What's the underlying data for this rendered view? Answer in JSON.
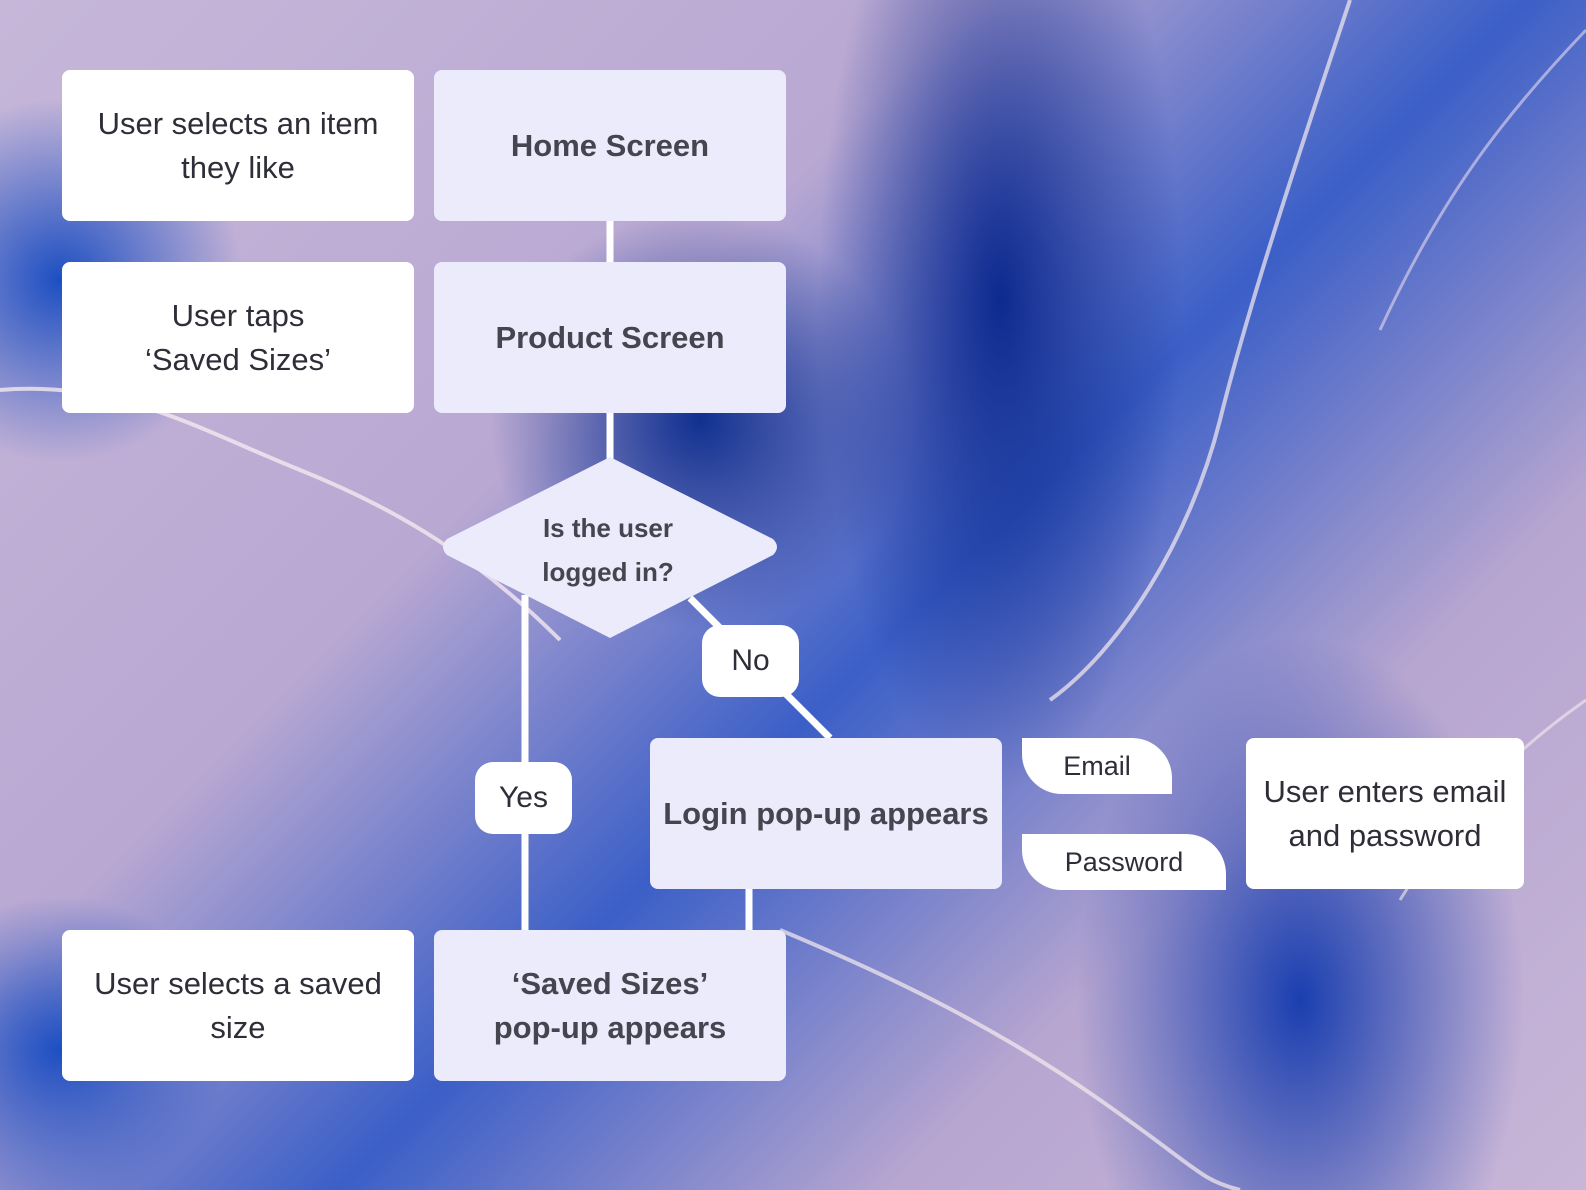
{
  "notes": {
    "select_item": "User selects an item\nthey like",
    "taps_saved_sizes": "User taps\n‘Saved Sizes’",
    "selects_saved_size": "User selects a saved\nsize",
    "enters_credentials": "User enters email\nand password"
  },
  "steps": {
    "home_screen": "Home Screen",
    "product_screen": "Product Screen",
    "login_popup": "Login pop-up appears",
    "saved_sizes_popup": "‘Saved Sizes’\npop-up appears"
  },
  "decision": {
    "question": "Is the user\nlogged in?"
  },
  "branches": {
    "no": "No",
    "yes": "Yes"
  },
  "fields": {
    "email": "Email",
    "password": "Password"
  },
  "colors": {
    "note_fill": "#ffffff",
    "step_fill": "#ebebfb",
    "connector": "#ffffff"
  }
}
